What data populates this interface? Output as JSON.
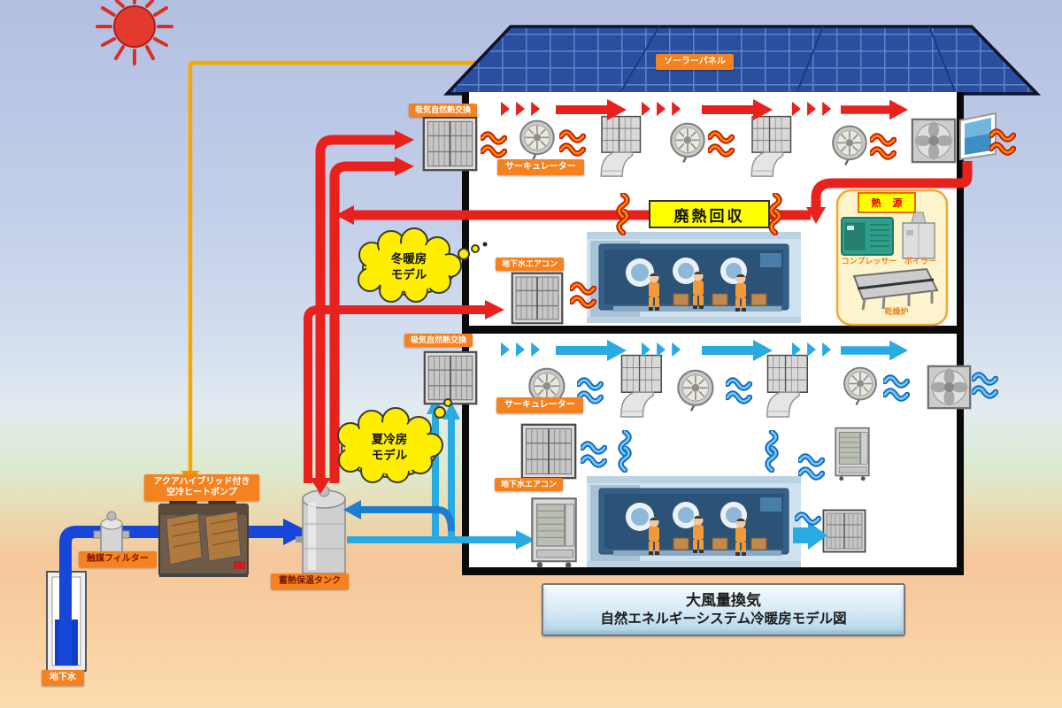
{
  "colors": {
    "accent_orange": "#F58220",
    "heat_red": "#E8211D",
    "cool_cyan": "#29ABE2",
    "pipe_blue": "#1647D8",
    "solar_yellow": "#F5A800",
    "highlight_yellow": "#FFFF00"
  },
  "roof": {
    "solar_panel_label": "ソーラーパネル"
  },
  "upper_floor": {
    "intake_heat_exchange_label": "吸気自然熱交換",
    "circulator_label": "サーキュレーター",
    "waste_heat_recovery_label": "廃熱回収",
    "groundwater_ac_label": "地下水エアコン",
    "heat_source": {
      "title": "熱 源",
      "compressor": "コンプレッサー",
      "boiler": "ボイラー",
      "dryer": "乾燥炉"
    }
  },
  "lower_floor": {
    "intake_heat_exchange_label": "吸気自然熱交換",
    "circulator_label": "サーキュレーター",
    "groundwater_ac_label": "地下水エアコン"
  },
  "clouds": {
    "winter": {
      "line1": "冬暖房",
      "line2": "モデル"
    },
    "summer": {
      "line1": "夏冷房",
      "line2": "モデル"
    }
  },
  "equipment": {
    "heat_pump_label": {
      "line1": "アクアハイブリッド付き",
      "line2": "空冷ヒートポンプ"
    },
    "catalyst_filter_label": "触媒フィルター",
    "storage_tank_label": "蓄熱保温タンク",
    "groundwater_label": "地下水"
  },
  "title_box": {
    "line1": "大風量換気",
    "line2": "自然エネルギーシステム冷暖房モデル図"
  }
}
